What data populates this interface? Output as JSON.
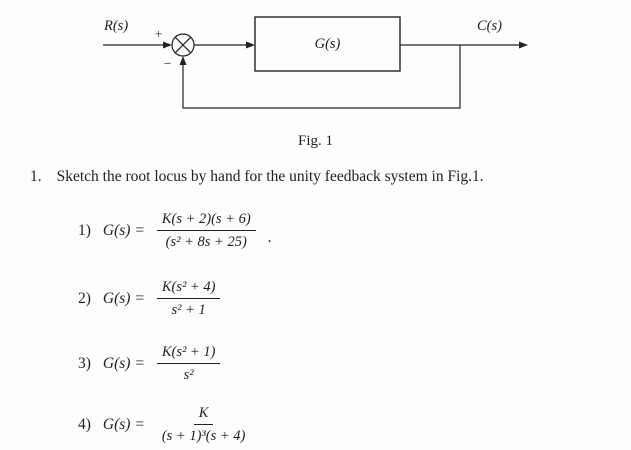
{
  "figure": {
    "caption": "Fig. 1",
    "input_label": "R(s)",
    "output_label": "C(s)",
    "block_label": "G(s)",
    "plus_sign": "+",
    "minus_sign": "−"
  },
  "problem": {
    "number": "1.",
    "statement": "Sketch the root locus by hand for the unity feedback system in Fig.1.",
    "items": [
      {
        "num": "1)",
        "lhs": "G(s) =",
        "numerator": "K(s + 2)(s + 6)",
        "denominator": "(s² + 8s + 25)",
        "suffix": "."
      },
      {
        "num": "2)",
        "lhs": "G(s) =",
        "numerator": "K(s² + 4)",
        "denominator": "s² + 1"
      },
      {
        "num": "3)",
        "lhs": "G(s) =",
        "numerator": "K(s² + 1)",
        "denominator": "s²"
      },
      {
        "num": "4)",
        "lhs": "G(s) =",
        "numerator": "K",
        "denominator": "(s + 1)³(s + 4)"
      }
    ]
  }
}
